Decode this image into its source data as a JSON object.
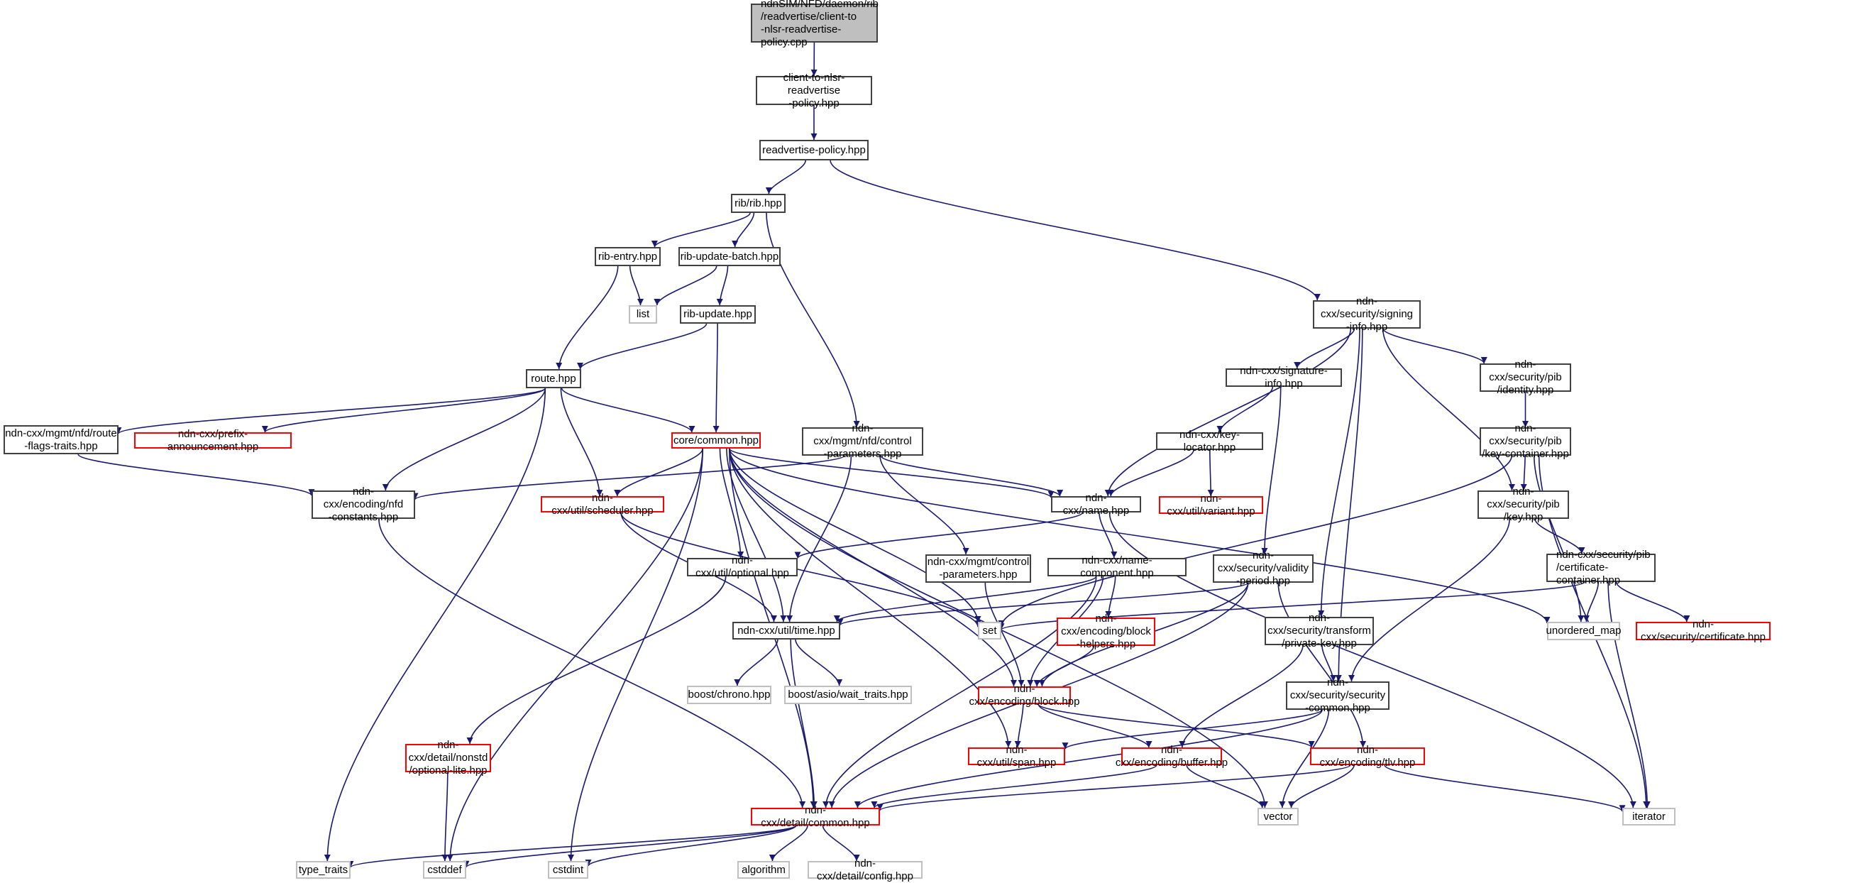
{
  "diagram": {
    "type": "include-dependency-graph",
    "colors": {
      "edge": "#191970",
      "border_normal": "#404040",
      "border_missing_docs": "#ff0000",
      "border_external": "#bfbfbf",
      "main_fill": "#bfbfbf"
    },
    "nodes": [
      {
        "id": "main",
        "label": "ndnSIM/NFD/daemon/rib\n/readvertise/client-to\n-nlsr-readvertise-policy.cpp",
        "style": "main"
      },
      {
        "id": "client_hpp",
        "label": "client-to-nlsr-readvertise\n-policy.hpp",
        "style": "normal"
      },
      {
        "id": "readv_policy",
        "label": "readvertise-policy.hpp",
        "style": "normal"
      },
      {
        "id": "rib",
        "label": "rib/rib.hpp",
        "style": "normal"
      },
      {
        "id": "rib_entry",
        "label": "rib-entry.hpp",
        "style": "normal"
      },
      {
        "id": "rib_update_batch",
        "label": "rib-update-batch.hpp",
        "style": "normal"
      },
      {
        "id": "list",
        "label": "list",
        "style": "gray"
      },
      {
        "id": "rib_update",
        "label": "rib-update.hpp",
        "style": "normal"
      },
      {
        "id": "route",
        "label": "route.hpp",
        "style": "normal"
      },
      {
        "id": "route_flags",
        "label": "ndn-cxx/mgmt/nfd/route\n-flags-traits.hpp",
        "style": "normal"
      },
      {
        "id": "prefix_ann",
        "label": "ndn-cxx/prefix-announcement.hpp",
        "style": "red"
      },
      {
        "id": "core_common",
        "label": "core/common.hpp",
        "style": "red"
      },
      {
        "id": "nfd_ctrl_params",
        "label": "ndn-cxx/mgmt/nfd/control\n-parameters.hpp",
        "style": "normal"
      },
      {
        "id": "nfd_constants",
        "label": "ndn-cxx/encoding/nfd\n-constants.hpp",
        "style": "normal"
      },
      {
        "id": "scheduler",
        "label": "ndn-cxx/util/scheduler.hpp",
        "style": "red"
      },
      {
        "id": "name",
        "label": "ndn-cxx/name.hpp",
        "style": "normal"
      },
      {
        "id": "optional",
        "label": "ndn-cxx/util/optional.hpp",
        "style": "normal"
      },
      {
        "id": "mgmt_ctrl_params",
        "label": "ndn-cxx/mgmt/control\n-parameters.hpp",
        "style": "normal"
      },
      {
        "id": "name_component",
        "label": "ndn-cxx/name-component.hpp",
        "style": "normal"
      },
      {
        "id": "time",
        "label": "ndn-cxx/util/time.hpp",
        "style": "normal"
      },
      {
        "id": "set",
        "label": "set",
        "style": "gray"
      },
      {
        "id": "block_helpers",
        "label": "ndn-cxx/encoding/block\n-helpers.hpp",
        "style": "red"
      },
      {
        "id": "validity_period",
        "label": "ndn-cxx/security/validity\n-period.hpp",
        "style": "normal"
      },
      {
        "id": "private_key",
        "label": "ndn-cxx/security/transform\n/private-key.hpp",
        "style": "normal"
      },
      {
        "id": "security_common",
        "label": "ndn-cxx/security/security\n-common.hpp",
        "style": "normal"
      },
      {
        "id": "signing_info",
        "label": "ndn-cxx/security/signing\n-info.hpp",
        "style": "normal"
      },
      {
        "id": "signature_info",
        "label": "ndn-cxx/signature-info.hpp",
        "style": "normal"
      },
      {
        "id": "key_locator",
        "label": "ndn-cxx/key-locator.hpp",
        "style": "normal"
      },
      {
        "id": "variant",
        "label": "ndn-cxx/util/variant.hpp",
        "style": "red"
      },
      {
        "id": "pib_identity",
        "label": "ndn-cxx/security/pib\n/identity.hpp",
        "style": "normal"
      },
      {
        "id": "key_container",
        "label": "ndn-cxx/security/pib\n/key-container.hpp",
        "style": "normal"
      },
      {
        "id": "pib_key",
        "label": "ndn-cxx/security/pib\n/key.hpp",
        "style": "normal"
      },
      {
        "id": "cert_container",
        "label": "ndn-cxx/security/pib\n/certificate-container.hpp",
        "style": "normal"
      },
      {
        "id": "unordered_map",
        "label": "unordered_map",
        "style": "gray"
      },
      {
        "id": "certificate",
        "label": "ndn-cxx/security/certificate.hpp",
        "style": "red"
      },
      {
        "id": "block",
        "label": "ndn-cxx/encoding/block.hpp",
        "style": "red"
      },
      {
        "id": "span",
        "label": "ndn-cxx/util/span.hpp",
        "style": "red"
      },
      {
        "id": "buffer",
        "label": "ndn-cxx/encoding/buffer.hpp",
        "style": "red"
      },
      {
        "id": "tlv",
        "label": "ndn-cxx/encoding/tlv.hpp",
        "style": "red"
      },
      {
        "id": "vector",
        "label": "vector",
        "style": "gray"
      },
      {
        "id": "iterator",
        "label": "iterator",
        "style": "gray"
      },
      {
        "id": "nonstd_optional",
        "label": "ndn-cxx/detail/nonstd\n/optional-lite.hpp",
        "style": "red"
      },
      {
        "id": "detail_common",
        "label": "ndn-cxx/detail/common.hpp",
        "style": "red"
      },
      {
        "id": "boost_chrono",
        "label": "boost/chrono.hpp",
        "style": "gray"
      },
      {
        "id": "boost_wait",
        "label": "boost/asio/wait_traits.hpp",
        "style": "gray"
      },
      {
        "id": "type_traits",
        "label": "type_traits",
        "style": "gray"
      },
      {
        "id": "cstddef",
        "label": "cstddef",
        "style": "gray"
      },
      {
        "id": "cstdint",
        "label": "cstdint",
        "style": "gray"
      },
      {
        "id": "algorithm",
        "label": "algorithm",
        "style": "gray"
      },
      {
        "id": "config",
        "label": "ndn-cxx/detail/config.hpp",
        "style": "gray"
      }
    ],
    "edges": [
      [
        "main",
        "client_hpp"
      ],
      [
        "client_hpp",
        "readv_policy"
      ],
      [
        "readv_policy",
        "rib"
      ],
      [
        "readv_policy",
        "signing_info"
      ],
      [
        "rib",
        "rib_entry"
      ],
      [
        "rib",
        "rib_update_batch"
      ],
      [
        "rib",
        "nfd_ctrl_params"
      ],
      [
        "rib_entry",
        "list"
      ],
      [
        "rib_entry",
        "route"
      ],
      [
        "rib_update_batch",
        "list"
      ],
      [
        "rib_update_batch",
        "rib_update"
      ],
      [
        "rib_update",
        "route"
      ],
      [
        "rib_update",
        "core_common"
      ],
      [
        "route",
        "route_flags"
      ],
      [
        "route",
        "prefix_ann"
      ],
      [
        "route",
        "core_common"
      ],
      [
        "route",
        "nfd_constants"
      ],
      [
        "route",
        "scheduler"
      ],
      [
        "route",
        "type_traits"
      ],
      [
        "route_flags",
        "nfd_constants"
      ],
      [
        "core_common",
        "scheduler"
      ],
      [
        "core_common",
        "name"
      ],
      [
        "core_common",
        "optional"
      ],
      [
        "core_common",
        "time"
      ],
      [
        "core_common",
        "set"
      ],
      [
        "core_common",
        "block"
      ],
      [
        "core_common",
        "span"
      ],
      [
        "core_common",
        "vector"
      ],
      [
        "core_common",
        "unordered_map"
      ],
      [
        "core_common",
        "cstddef"
      ],
      [
        "core_common",
        "cstdint"
      ],
      [
        "core_common",
        "detail_common"
      ],
      [
        "nfd_ctrl_params",
        "nfd_constants"
      ],
      [
        "nfd_ctrl_params",
        "name"
      ],
      [
        "nfd_ctrl_params",
        "mgmt_ctrl_params"
      ],
      [
        "nfd_ctrl_params",
        "time"
      ],
      [
        "nfd_constants",
        "detail_common"
      ],
      [
        "scheduler",
        "time"
      ],
      [
        "scheduler",
        "set"
      ],
      [
        "name",
        "optional"
      ],
      [
        "name",
        "name_component"
      ],
      [
        "name",
        "iterator"
      ],
      [
        "optional",
        "nonstd_optional"
      ],
      [
        "mgmt_ctrl_params",
        "block"
      ],
      [
        "name_component",
        "time"
      ],
      [
        "name_component",
        "block_helpers"
      ],
      [
        "name_component",
        "block"
      ],
      [
        "name_component",
        "detail_common"
      ],
      [
        "time",
        "boost_chrono"
      ],
      [
        "time",
        "boost_wait"
      ],
      [
        "time",
        "detail_common"
      ],
      [
        "block_helpers",
        "block"
      ],
      [
        "validity_period",
        "time"
      ],
      [
        "validity_period",
        "block"
      ],
      [
        "validity_period",
        "detail_common"
      ],
      [
        "validity_period",
        "tlv"
      ],
      [
        "signing_info",
        "name"
      ],
      [
        "signing_info",
        "signature_info"
      ],
      [
        "signing_info",
        "pib_identity"
      ],
      [
        "signing_info",
        "pib_key"
      ],
      [
        "signing_info",
        "private_key"
      ],
      [
        "signing_info",
        "security_common"
      ],
      [
        "signature_info",
        "key_locator"
      ],
      [
        "signature_info",
        "validity_period"
      ],
      [
        "key_locator",
        "name"
      ],
      [
        "key_locator",
        "variant"
      ],
      [
        "pib_identity",
        "key_container"
      ],
      [
        "key_container",
        "pib_key"
      ],
      [
        "key_container",
        "set"
      ],
      [
        "key_container",
        "unordered_map"
      ],
      [
        "key_container",
        "iterator"
      ],
      [
        "pib_key",
        "cert_container"
      ],
      [
        "pib_key",
        "security_common"
      ],
      [
        "cert_container",
        "set"
      ],
      [
        "cert_container",
        "unordered_map"
      ],
      [
        "cert_container",
        "certificate"
      ],
      [
        "cert_container",
        "iterator"
      ],
      [
        "private_key",
        "security_common"
      ],
      [
        "private_key",
        "buffer"
      ],
      [
        "security_common",
        "span"
      ],
      [
        "security_common",
        "detail_common"
      ],
      [
        "security_common",
        "vector"
      ],
      [
        "block",
        "span"
      ],
      [
        "block",
        "buffer"
      ],
      [
        "block",
        "tlv"
      ],
      [
        "buffer",
        "detail_common"
      ],
      [
        "buffer",
        "vector"
      ],
      [
        "tlv",
        "detail_common"
      ],
      [
        "tlv",
        "vector"
      ],
      [
        "tlv",
        "iterator"
      ],
      [
        "nonstd_optional",
        "cstddef"
      ],
      [
        "detail_common",
        "type_traits"
      ],
      [
        "detail_common",
        "cstddef"
      ],
      [
        "detail_common",
        "cstdint"
      ],
      [
        "detail_common",
        "algorithm"
      ],
      [
        "detail_common",
        "config"
      ]
    ]
  }
}
